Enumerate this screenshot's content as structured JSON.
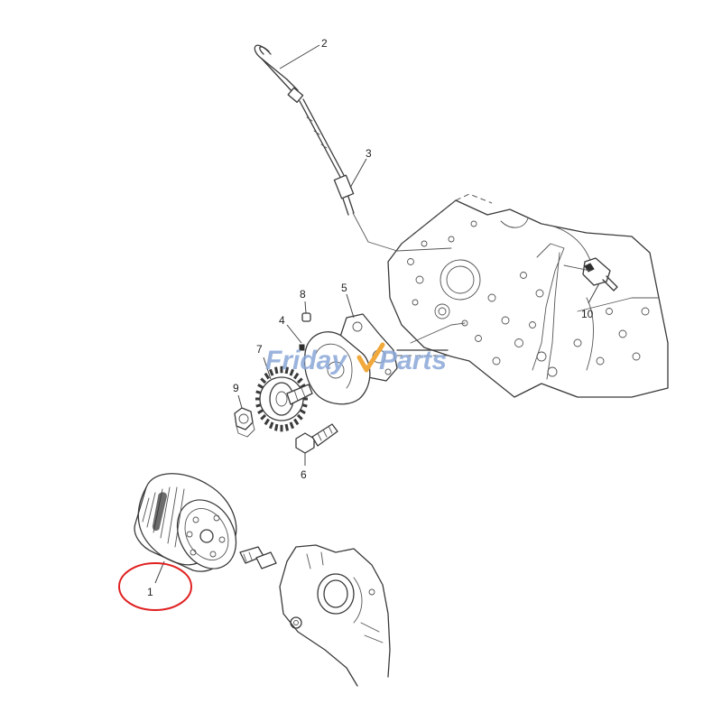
{
  "watermark": {
    "text_left": "Friday",
    "text_right": "Parts",
    "color": "#8aa8d8",
    "accent_color": "#f2a93b"
  },
  "highlight": {
    "color": "#e02020",
    "target_label": "1"
  },
  "callouts": [
    {
      "label": "1"
    },
    {
      "label": "2"
    },
    {
      "label": "3"
    },
    {
      "label": "4"
    },
    {
      "label": "5"
    },
    {
      "label": "6"
    },
    {
      "label": "7"
    },
    {
      "label": "8"
    },
    {
      "label": "9"
    },
    {
      "label": "10"
    }
  ]
}
